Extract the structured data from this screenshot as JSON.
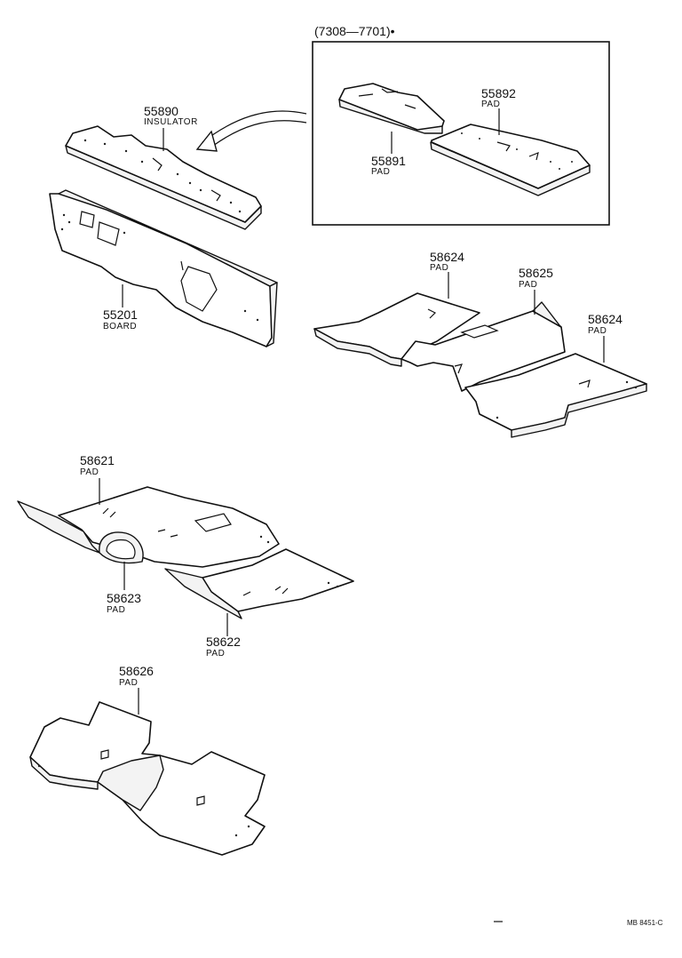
{
  "inset_box": {
    "date_range": "(7308—7701)•"
  },
  "parts": [
    {
      "id": "insulator",
      "number": "55890",
      "name": "INSULATOR"
    },
    {
      "id": "board",
      "number": "55201",
      "name": "BOARD"
    },
    {
      "id": "pad-55891",
      "number": "55891",
      "name": "PAD"
    },
    {
      "id": "pad-55892",
      "number": "55892",
      "name": "PAD"
    },
    {
      "id": "pad-58624-left",
      "number": "58624",
      "name": "PAD"
    },
    {
      "id": "pad-58625",
      "number": "58625",
      "name": "PAD"
    },
    {
      "id": "pad-58624-right",
      "number": "58624",
      "name": "PAD"
    },
    {
      "id": "pad-58621",
      "number": "58621",
      "name": "PAD"
    },
    {
      "id": "pad-58623",
      "number": "58623",
      "name": "PAD"
    },
    {
      "id": "pad-58622",
      "number": "58622",
      "name": "PAD"
    },
    {
      "id": "pad-58626",
      "number": "58626",
      "name": "PAD"
    }
  ],
  "footer": {
    "drawing_code": "MB 8451-C"
  }
}
